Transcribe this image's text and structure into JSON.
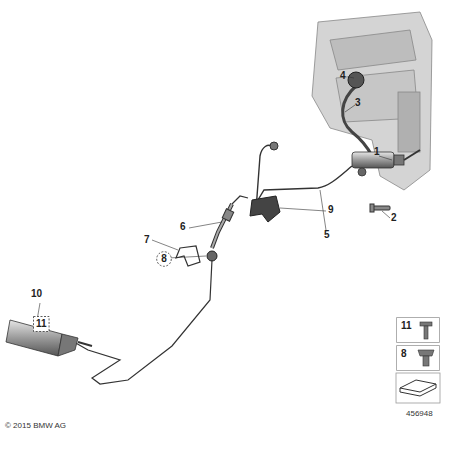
{
  "diagram": {
    "nodes": [
      {
        "text": [
          "8"
        ]
      },
      {
        "text": [
          "11"
        ]
      },
      {
        "text": [
          "11"
        ]
      },
      {
        "text": [
          "8"
        ]
      }
    ],
    "labels": [
      "1",
      "2",
      "3",
      "4",
      "5",
      "6",
      "7",
      "9",
      "10",
      "© 2015 BMW AG",
      "456948"
    ]
  }
}
